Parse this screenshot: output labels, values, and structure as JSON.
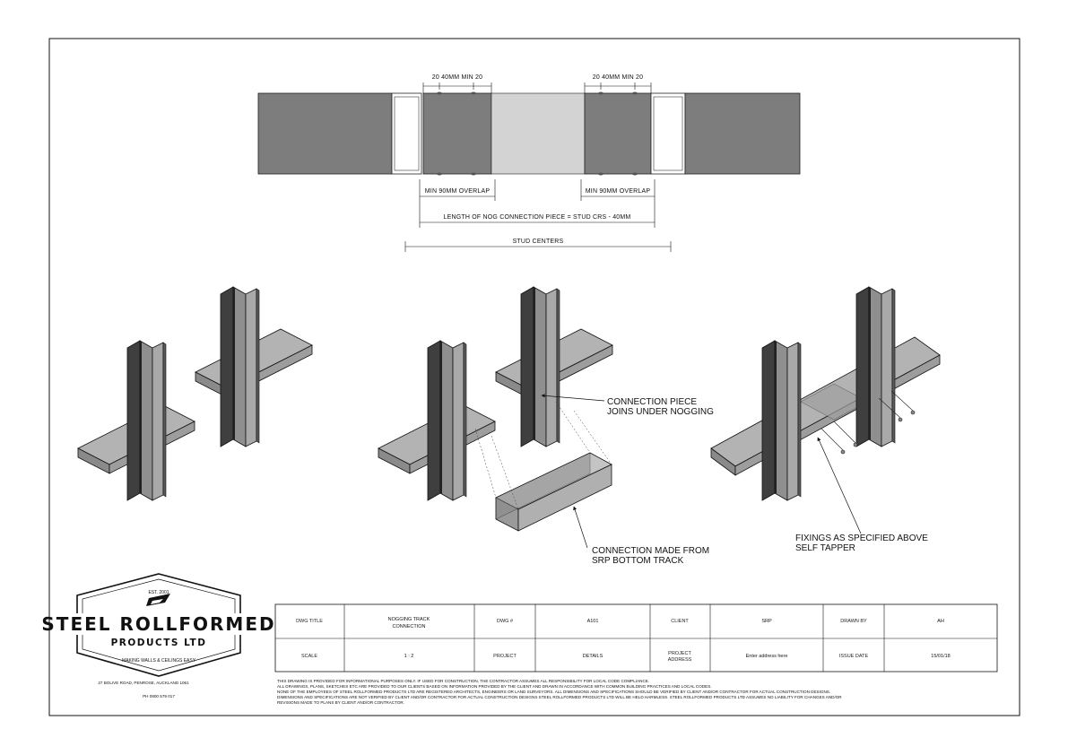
{
  "plan": {
    "dim_left_top": "20  40MM MIN  20",
    "dim_right_top": "20  40MM MIN  20",
    "overlap_left": "MIN 90MM OVERLAP",
    "overlap_right": "MIN 90MM OVERLAP",
    "length_label": "LENGTH OF NOG CONNECTION PIECE = STUD CRS - 40MM",
    "stud_centers": "STUD CENTERS"
  },
  "callouts": {
    "joins_line1": "CONNECTION PIECE",
    "joins_line2": "JOINS UNDER NOGGING",
    "made_line1": "CONNECTION MADE FROM",
    "made_line2": "SRP BOTTOM TRACK",
    "fix_line1": "FIXINGS AS SPECIFIED ABOVE",
    "fix_line2": "SELF TAPPER"
  },
  "logo": {
    "est": "EST. 2001",
    "name": "STEEL ROLLFORMED",
    "products": "PRODUCTS LTD",
    "tagline": "MAKING WALLS & CEILINGS EASY",
    "address": "27 BOLIVE ROAD, PENROSE, AUCKLAND 1061",
    "phone": "PH 0800 579 017"
  },
  "title_block": {
    "dwg_title_label": "DWG TITLE",
    "dwg_title_line1": "NOGGING TRACK",
    "dwg_title_line2": "CONNECTION",
    "dwg_no_label": "DWG #",
    "dwg_no": "A101",
    "client_label": "CLIENT",
    "client": "SRP",
    "drawn_by_label": "DRAWN BY",
    "drawn_by": "AH",
    "scale_label": "SCALE",
    "scale": "1 : 2",
    "project_label": "PROJECT",
    "project": "DETAILS",
    "project_address_label_1": "PROJECT",
    "project_address_label_2": "ADDRESS",
    "project_address": "Enter address here",
    "issue_date_label": "ISSUE DATE",
    "issue_date": "15/01/18"
  },
  "notes": [
    "THIS DRAWING IS PROVIDED FOR INFORMATIONAL PURPOSES ONLY. IF USED FOR CONSTRUCTION, THE CONTRACTOR ASSUMES ALL RESPONSIBILITY FOR LOCAL CODE COMPLIANCE.",
    "ALL DRAWINGS, PLANS, SKETCHES ETC ARE PROVIDED TO OUR CLIENTS BASED ON INFORMATION PROVIDED BY THE CLIENT AND DRAWN IN ACCORDANCE WITH COMMON BUILDING PRACTICES AND LOCAL CODES.",
    "NONE OF THE EMPLOYEES OF STEEL ROLLFORMED PRODUCTS LTD ARE REGISTERED ARCHITECTS, ENGINEERS OR LAND SURVEYORS. ALL DIMENSIONS AND SPECIFICATIONS SHOULD BE VERIFIED BY CLIENT AND/OR CONTRACTOR FOR ACTUAL CONSTRUCTION DESIGNS.",
    "DIMENSIONS AND SPECIFICATIONS ARE NOT VERIFIED BY CLIENT AND/OR CONTRACTOR FOR ACTUAL CONSTRUCTION DESIGNS STEEL ROLLFORMED PRODUCTS LTD WILL BE HELD HARMLESS. STEEL ROLLFORMED PRODUCTS LTD ASSUMES NO LIABILITY FOR CHANGES AND/OR",
    "REVISIONS MADE TO PLANS BY CLIENT AND/OR CONTRACTOR."
  ],
  "colors": {
    "dark_steel": "#7b7b7b",
    "light_steel": "#d2d2d2",
    "face_light": "#b5b5b5",
    "face_mid": "#969696",
    "face_dark": "#4a4a4a",
    "line": "#111111"
  }
}
